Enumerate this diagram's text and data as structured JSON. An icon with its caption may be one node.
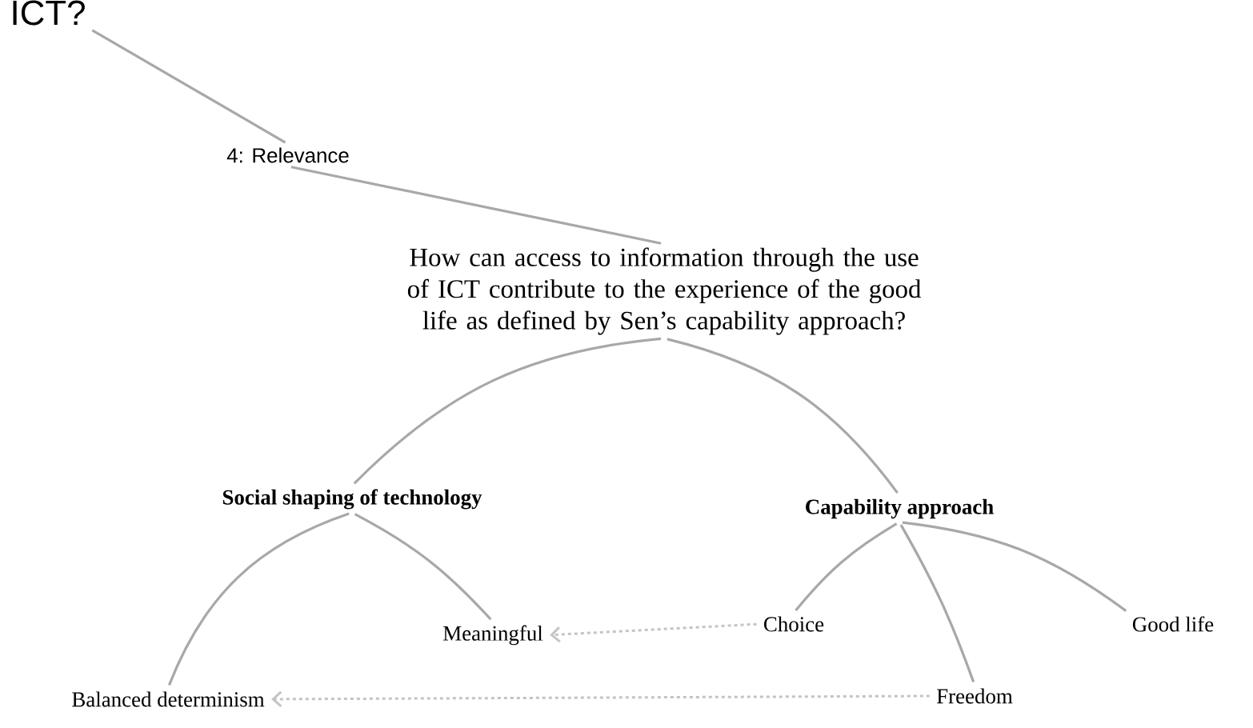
{
  "diagram": {
    "nodes": [
      {
        "text": [
          "ICT?"
        ]
      },
      {
        "text": [
          "4: Relevance"
        ]
      },
      {
        "text": [
          "How can access to information through the use of ICT contribute to the experience of the good life as defined by Sen’s capability approach?"
        ]
      },
      {
        "text": [
          "Social shaping of technology"
        ]
      },
      {
        "text": [
          "Capability approach"
        ]
      },
      {
        "text": [
          "Meaningful"
        ]
      },
      {
        "text": [
          "Choice"
        ]
      },
      {
        "text": [
          "Good life"
        ]
      },
      {
        "text": [
          "Balanced determinism"
        ]
      },
      {
        "text": [
          "Freedom"
        ]
      }
    ],
    "edges": [
      {
        "from": 0,
        "to": 1,
        "arrow": "none"
      },
      {
        "from": 1,
        "to": 2,
        "arrow": "none"
      },
      {
        "from": 2,
        "to": 3,
        "arrow": "none"
      },
      {
        "from": 2,
        "to": 4,
        "arrow": "none"
      },
      {
        "from": 3,
        "to": 5,
        "arrow": "none"
      },
      {
        "from": 3,
        "to": 8,
        "arrow": "none"
      },
      {
        "from": 4,
        "to": 6,
        "arrow": "none"
      },
      {
        "from": 4,
        "to": 9,
        "arrow": "none"
      },
      {
        "from": 4,
        "to": 7,
        "arrow": "none"
      },
      {
        "from": 6,
        "to": 5,
        "arrow": "to",
        "style": "dashed",
        "color": "#c4c4c4"
      },
      {
        "from": 9,
        "to": 8,
        "arrow": "to",
        "style": "dashed",
        "color": "#c4c4c4"
      }
    ]
  }
}
